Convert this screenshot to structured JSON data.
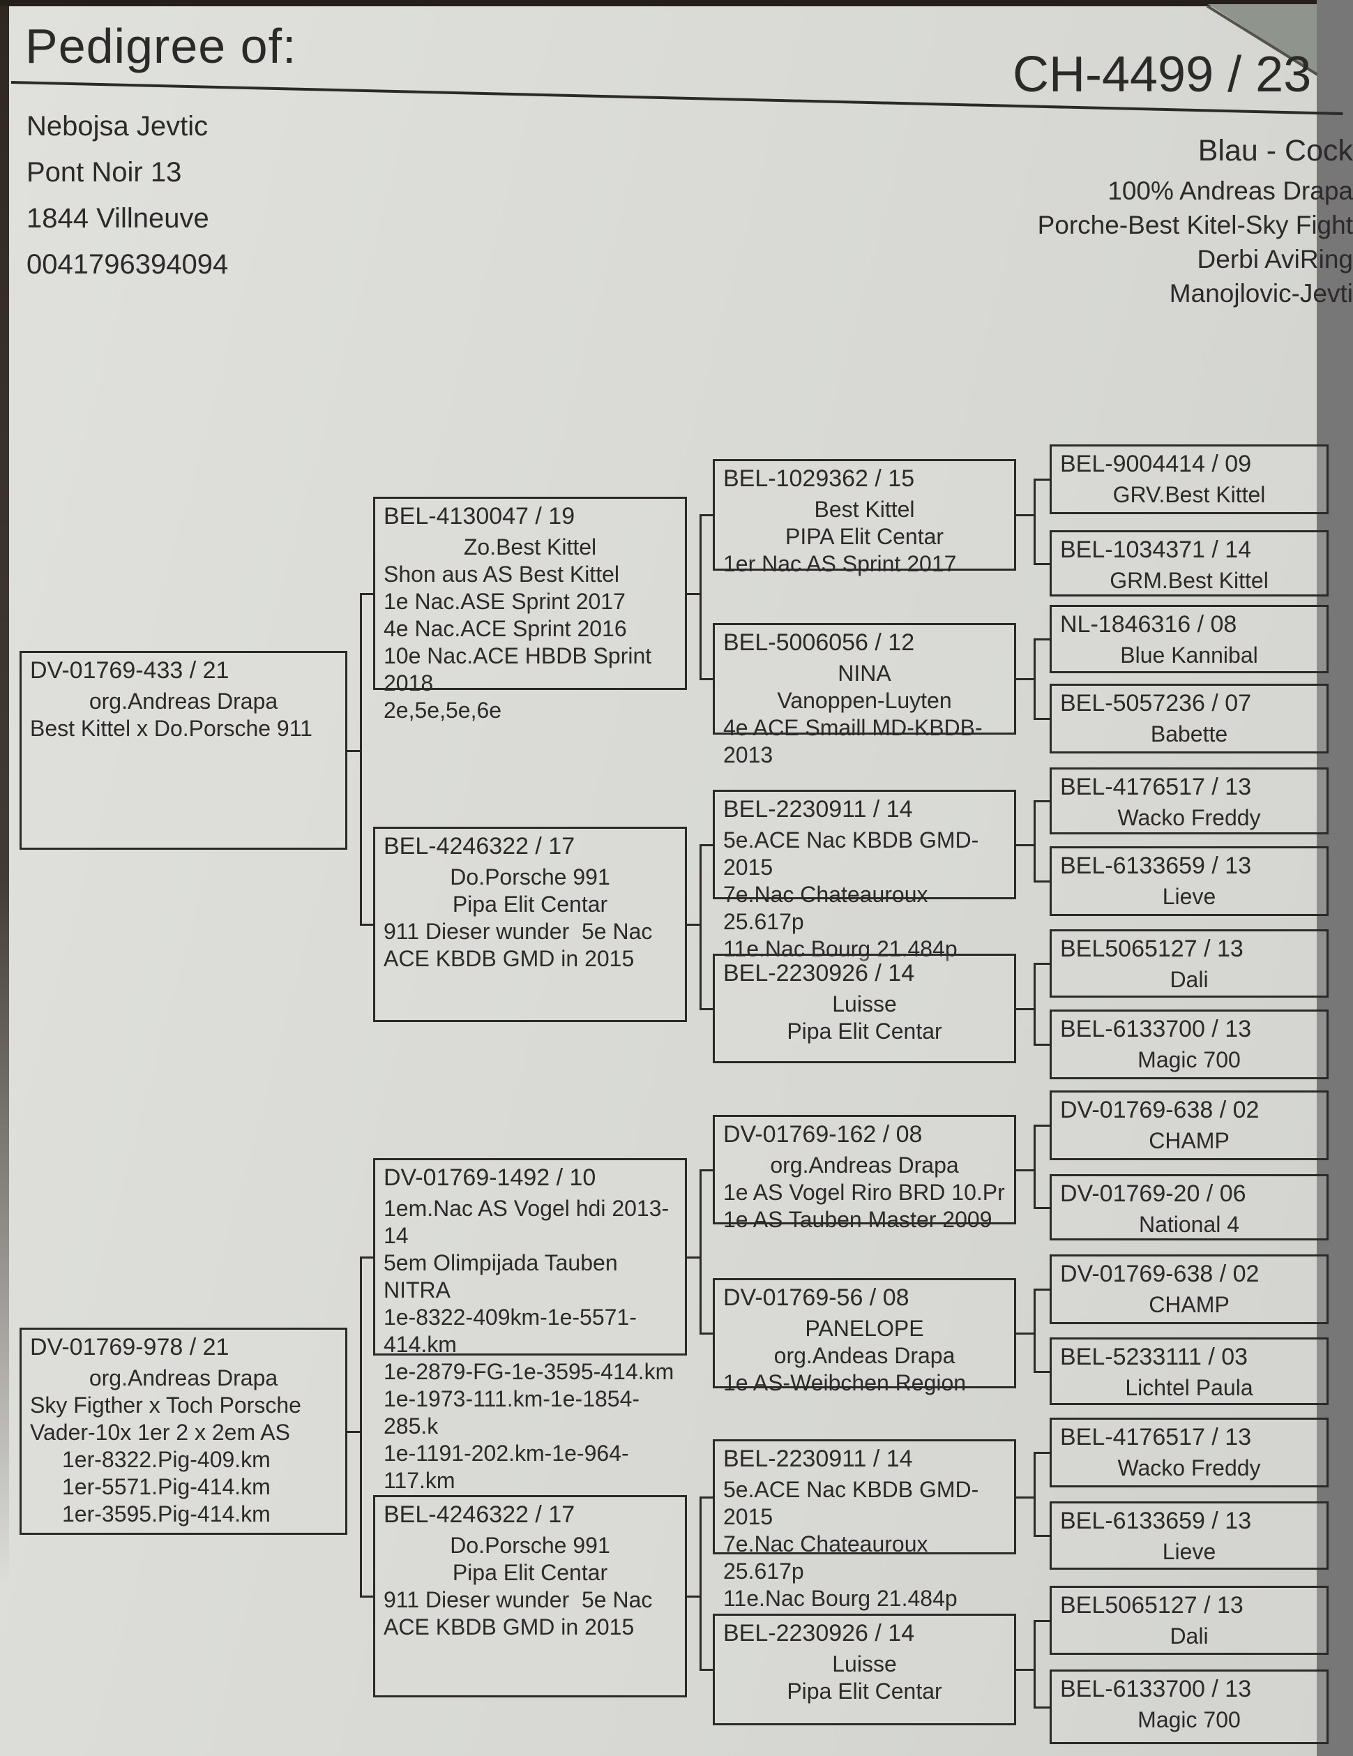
{
  "photo": {
    "paper_color": "#dadbd7",
    "ink_color": "#2b2a28",
    "background_color": "#8f958d",
    "edge_color": "#261f19"
  },
  "header": {
    "title": "Pedigree of:",
    "owner_lines": [
      "Nebojsa Jevtic",
      "Pont Noir 13",
      "1844 Villneuve",
      "0041796394094"
    ],
    "ring_number": "CH-4499 / 23",
    "info_lines": [
      "Blau - Cock",
      "100% Andreas Drapa",
      "Porche-Best Kitel-Sky Fight",
      "Derbi AviRing",
      "Manojlovic-Jevti"
    ]
  },
  "tree": {
    "g1": [
      {
        "id": "DV-01769-433 / 21",
        "lines": [
          {
            "t": "org.Andreas Drapa",
            "c": 1
          },
          {
            "t": "Best Kittel x Do.Porsche 911"
          }
        ]
      },
      {
        "id": "DV-01769-978 / 21",
        "lines": [
          {
            "t": "org.Andreas Drapa",
            "c": 1
          },
          {
            "t": "Sky Figther x Toch Porsche"
          },
          {
            "t": "Vader-10x 1er 2 x 2em AS"
          },
          {
            "t": "1er-8322.Pig-409.km",
            "ind": 1
          },
          {
            "t": "1er-5571.Pig-414.km",
            "ind": 1
          },
          {
            "t": "1er-3595.Pig-414.km",
            "ind": 1
          }
        ]
      }
    ],
    "g2": [
      {
        "id": "BEL-4130047 / 19",
        "lines": [
          {
            "t": "Zo.Best Kittel",
            "c": 1
          },
          {
            "t": "Shon aus AS Best Kittel"
          },
          {
            "t": "1e Nac.ASE Sprint 2017"
          },
          {
            "t": "4e Nac.ACE Sprint 2016"
          },
          {
            "t": "10e Nac.ACE HBDB Sprint 2018"
          },
          {
            "t": "2e,5e,5e,6e"
          }
        ]
      },
      {
        "id": "BEL-4246322 / 17",
        "lines": [
          {
            "t": "Do.Porsche 991",
            "c": 1
          },
          {
            "t": "Pipa Elit Centar",
            "c": 1
          },
          {
            "t": "911 Dieser wunder  5e Nac"
          },
          {
            "t": "ACE KBDB GMD in 2015"
          }
        ]
      },
      {
        "id": "DV-01769-1492 / 10",
        "lines": [
          {
            "t": "1em.Nac AS Vogel hdi 2013-14"
          },
          {
            "t": "5em Olimpijada Tauben NITRA"
          },
          {
            "t": "1e-8322-409km-1e-5571-414.km"
          },
          {
            "t": "1e-2879-FG-1e-3595-414.km"
          },
          {
            "t": "1e-1973-111.km-1e-1854-285.k"
          },
          {
            "t": "1e-1191-202.km-1e-964-117.km"
          }
        ]
      },
      {
        "id": "BEL-4246322 / 17",
        "lines": [
          {
            "t": "Do.Porsche 991",
            "c": 1
          },
          {
            "t": "Pipa Elit Centar",
            "c": 1
          },
          {
            "t": "911 Dieser wunder  5e Nac"
          },
          {
            "t": "ACE KBDB GMD in 2015"
          }
        ]
      }
    ],
    "g3": [
      {
        "id": "BEL-1029362 / 15",
        "lines": [
          {
            "t": "Best Kittel",
            "c": 1
          },
          {
            "t": "PIPA Elit Centar",
            "c": 1
          },
          {
            "t": "1er Nac AS Sprint 2017"
          }
        ]
      },
      {
        "id": "BEL-5006056 / 12",
        "lines": [
          {
            "t": "NINA",
            "c": 1
          },
          {
            "t": "Vanoppen-Luyten",
            "c": 1
          },
          {
            "t": "4e ACE Smaill MD-KBDB-2013"
          }
        ]
      },
      {
        "id": "BEL-2230911 / 14",
        "lines": [
          {
            "t": "5e.ACE Nac KBDB GMD-2015"
          },
          {
            "t": "7e.Nac Chateauroux 25.617p"
          },
          {
            "t": "11e.Nac Bourg 21.484p"
          }
        ]
      },
      {
        "id": "BEL-2230926 / 14",
        "lines": [
          {
            "t": "Luisse",
            "c": 1
          },
          {
            "t": "Pipa Elit Centar",
            "c": 1
          }
        ]
      },
      {
        "id": "DV-01769-162 / 08",
        "lines": [
          {
            "t": "org.Andreas Drapa",
            "c": 1
          },
          {
            "t": "1e AS Vogel Riro BRD 10.Pr"
          },
          {
            "t": "1e AS Tauben Master 2009"
          }
        ]
      },
      {
        "id": "DV-01769-56 / 08",
        "lines": [
          {
            "t": "PANELOPE",
            "c": 1
          },
          {
            "t": "org.Andeas Drapa",
            "c": 1
          },
          {
            "t": "1e AS-Weibchen Region"
          }
        ]
      },
      {
        "id": "BEL-2230911 / 14",
        "lines": [
          {
            "t": "5e.ACE Nac KBDB GMD-2015"
          },
          {
            "t": "7e.Nac Chateauroux 25.617p"
          },
          {
            "t": "11e.Nac Bourg 21.484p"
          }
        ]
      },
      {
        "id": "BEL-2230926 / 14",
        "lines": [
          {
            "t": "Luisse",
            "c": 1
          },
          {
            "t": "Pipa Elit Centar",
            "c": 1
          }
        ]
      }
    ],
    "g4": [
      {
        "id": "BEL-9004414 / 09",
        "lines": [
          {
            "t": "GRV.Best Kittel",
            "c": 1
          }
        ]
      },
      {
        "id": "BEL-1034371 / 14",
        "lines": [
          {
            "t": "GRM.Best Kittel",
            "c": 1
          }
        ]
      },
      {
        "id": "NL-1846316 / 08",
        "lines": [
          {
            "t": "Blue Kannibal",
            "c": 1
          }
        ]
      },
      {
        "id": "BEL-5057236 / 07",
        "lines": [
          {
            "t": "Babette",
            "c": 1
          }
        ]
      },
      {
        "id": "BEL-4176517 / 13",
        "lines": [
          {
            "t": "Wacko Freddy",
            "c": 1
          }
        ]
      },
      {
        "id": "BEL-6133659 / 13",
        "lines": [
          {
            "t": "Lieve",
            "c": 1
          }
        ]
      },
      {
        "id": "BEL5065127 / 13",
        "lines": [
          {
            "t": "Dali",
            "c": 1
          }
        ]
      },
      {
        "id": "BEL-6133700 / 13",
        "lines": [
          {
            "t": "Magic 700",
            "c": 1
          }
        ]
      },
      {
        "id": "DV-01769-638 / 02",
        "lines": [
          {
            "t": "CHAMP",
            "c": 1
          }
        ]
      },
      {
        "id": "DV-01769-20 / 06",
        "lines": [
          {
            "t": "National 4",
            "c": 1
          }
        ]
      },
      {
        "id": "DV-01769-638 / 02",
        "lines": [
          {
            "t": "CHAMP",
            "c": 1
          }
        ]
      },
      {
        "id": "BEL-5233111 / 03",
        "lines": [
          {
            "t": "Lichtel Paula",
            "c": 1
          }
        ]
      },
      {
        "id": "BEL-4176517 / 13",
        "lines": [
          {
            "t": "Wacko Freddy",
            "c": 1
          }
        ]
      },
      {
        "id": "BEL-6133659 / 13",
        "lines": [
          {
            "t": "Lieve",
            "c": 1
          }
        ]
      },
      {
        "id": "BEL5065127 / 13",
        "lines": [
          {
            "t": "Dali",
            "c": 1
          }
        ]
      },
      {
        "id": "BEL-6133700 / 13",
        "lines": [
          {
            "t": "Magic 700",
            "c": 1
          }
        ]
      }
    ]
  }
}
